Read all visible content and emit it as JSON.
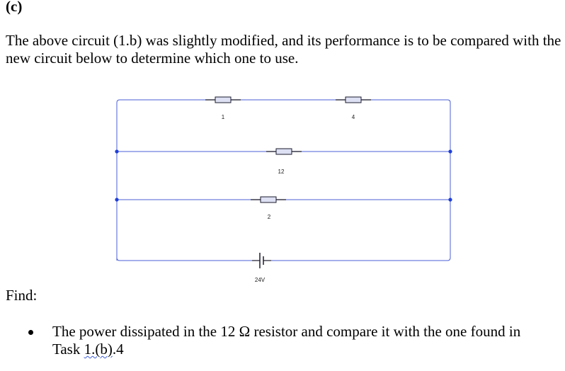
{
  "section": {
    "heading": "(c)",
    "intro": "The above circuit (1.b) was slightly modified, and its performance is to be compared with the new circuit below to determine which one to use."
  },
  "circuit": {
    "wire_color": "#4a5fd4",
    "node_color": "#1f3fd9",
    "resistor_fill": "#dde0f3",
    "resistor_labels": {
      "r1": "1",
      "r4": "4",
      "r12": "12",
      "r2": "2"
    },
    "battery_label": "24V"
  },
  "task": {
    "find_label": "Find:",
    "items": [
      {
        "text_before": "The power dissipated in the 12 Ω resistor and compare it with the one found in Task ",
        "reference": "1.(b)",
        "text_after": ".4"
      }
    ]
  }
}
